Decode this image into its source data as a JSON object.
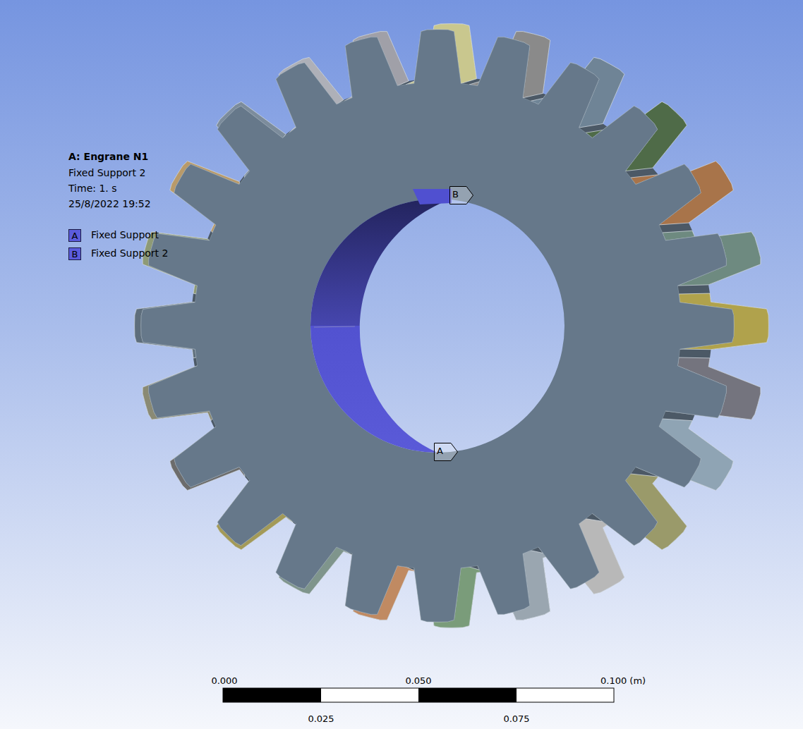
{
  "diagram": {
    "title": "A: Engrane N1",
    "nodes": [
      {
        "text": [
          "B"
        ]
      },
      {
        "text": [
          "A"
        ]
      }
    ],
    "labels": [
      "Fixed Support 2",
      "Time: 1. s",
      "25/8/2022 19:52",
      "A",
      "B",
      "0.000",
      "0.050",
      "0.100 (m)",
      "0.025",
      "0.075"
    ],
    "legend": [
      {
        "text": "Fixed Support",
        "color": "#5b5bdc"
      },
      {
        "text": "Fixed Support 2",
        "color": "#5b5bdc"
      }
    ]
  }
}
